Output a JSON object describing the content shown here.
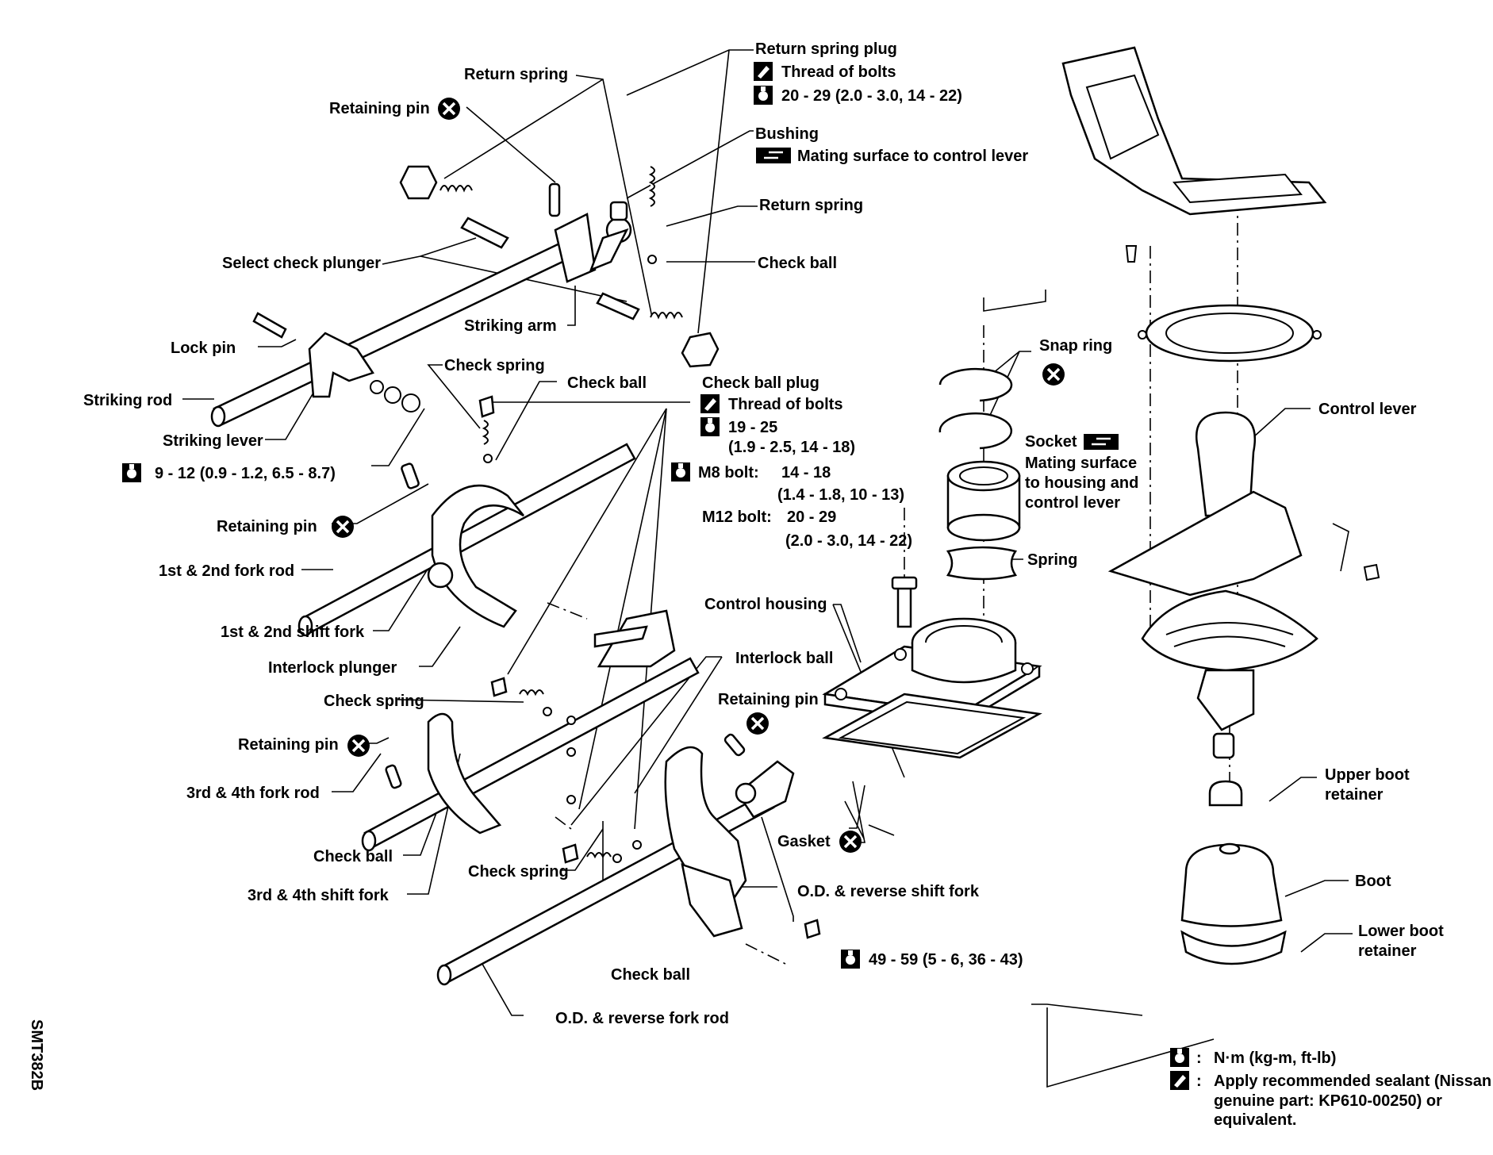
{
  "labels": {
    "return_spring_plug": "Return spring plug",
    "thread_of_bolts_1": "Thread of bolts",
    "torque_return_spring_plug": "20 - 29 (2.0 - 3.0, 14 - 22)",
    "return_spring_top": "Return spring",
    "retaining_pin_top": "Retaining pin",
    "bushing": "Bushing",
    "mating_surface_control_lever": "Mating surface to control lever",
    "return_spring_right": "Return spring",
    "check_ball_top": "Check ball",
    "select_check_plunger": "Select check plunger",
    "striking_arm": "Striking arm",
    "lock_pin": "Lock pin",
    "striking_rod": "Striking rod",
    "striking_lever": "Striking lever",
    "torque_striking_lever": "9 - 12 (0.9 - 1.2, 6.5 - 8.7)",
    "check_spring_top": "Check spring",
    "check_ball_mid": "Check ball",
    "check_ball_plug": "Check ball plug",
    "thread_of_bolts_2": "Thread of bolts",
    "torque_check_ball_plug_1": "19 - 25",
    "torque_check_ball_plug_2": "(1.9 - 2.5, 14 - 18)",
    "m8_bolt": "M8 bolt:",
    "m8_torque_1": "14 - 18",
    "m8_torque_2": "(1.4 - 1.8, 10 - 13)",
    "m12_bolt": "M12 bolt:",
    "m12_torque_1": "20 - 29",
    "m12_torque_2": "(2.0 - 3.0, 14 - 22)",
    "retaining_pin_1st2nd": "Retaining pin",
    "fork_rod_1st2nd": "1st & 2nd fork rod",
    "shift_fork_1st2nd": "1st & 2nd shift fork",
    "interlock_plunger": "Interlock plunger",
    "interlock_ball": "Interlock ball",
    "check_spring_mid": "Check spring",
    "retaining_pin_3rd4th": "Retaining pin",
    "retaining_pin_od": "Retaining pin",
    "fork_rod_3rd4th": "3rd & 4th fork rod",
    "check_ball_low": "Check ball",
    "shift_fork_3rd4th": "3rd & 4th shift fork",
    "check_spring_low": "Check spring",
    "od_reverse_shift_fork": "O.D. & reverse shift fork",
    "torque_od_fork": "49 - 59 (5 - 6, 36 - 43)",
    "check_ball_bottom": "Check ball",
    "od_reverse_fork_rod": "O.D. & reverse fork rod",
    "snap_ring": "Snap ring",
    "socket": "Socket",
    "socket_note_1": "Mating surface",
    "socket_note_2": "to housing and",
    "socket_note_3": "control lever",
    "spring": "Spring",
    "control_housing": "Control housing",
    "gasket": "Gasket",
    "control_lever": "Control lever",
    "upper_boot_retainer_1": "Upper boot",
    "upper_boot_retainer_2": "retainer",
    "boot": "Boot",
    "lower_boot_retainer_1": "Lower boot",
    "lower_boot_retainer_2": "retainer"
  },
  "legend": {
    "torque_unit": "N·m (kg-m, ft-lb)",
    "sealant_1": "Apply recommended sealant (Nissan",
    "sealant_2": "genuine part: KP610-00250) or",
    "sealant_3": "equivalent."
  },
  "figure_code": "SMT382B"
}
